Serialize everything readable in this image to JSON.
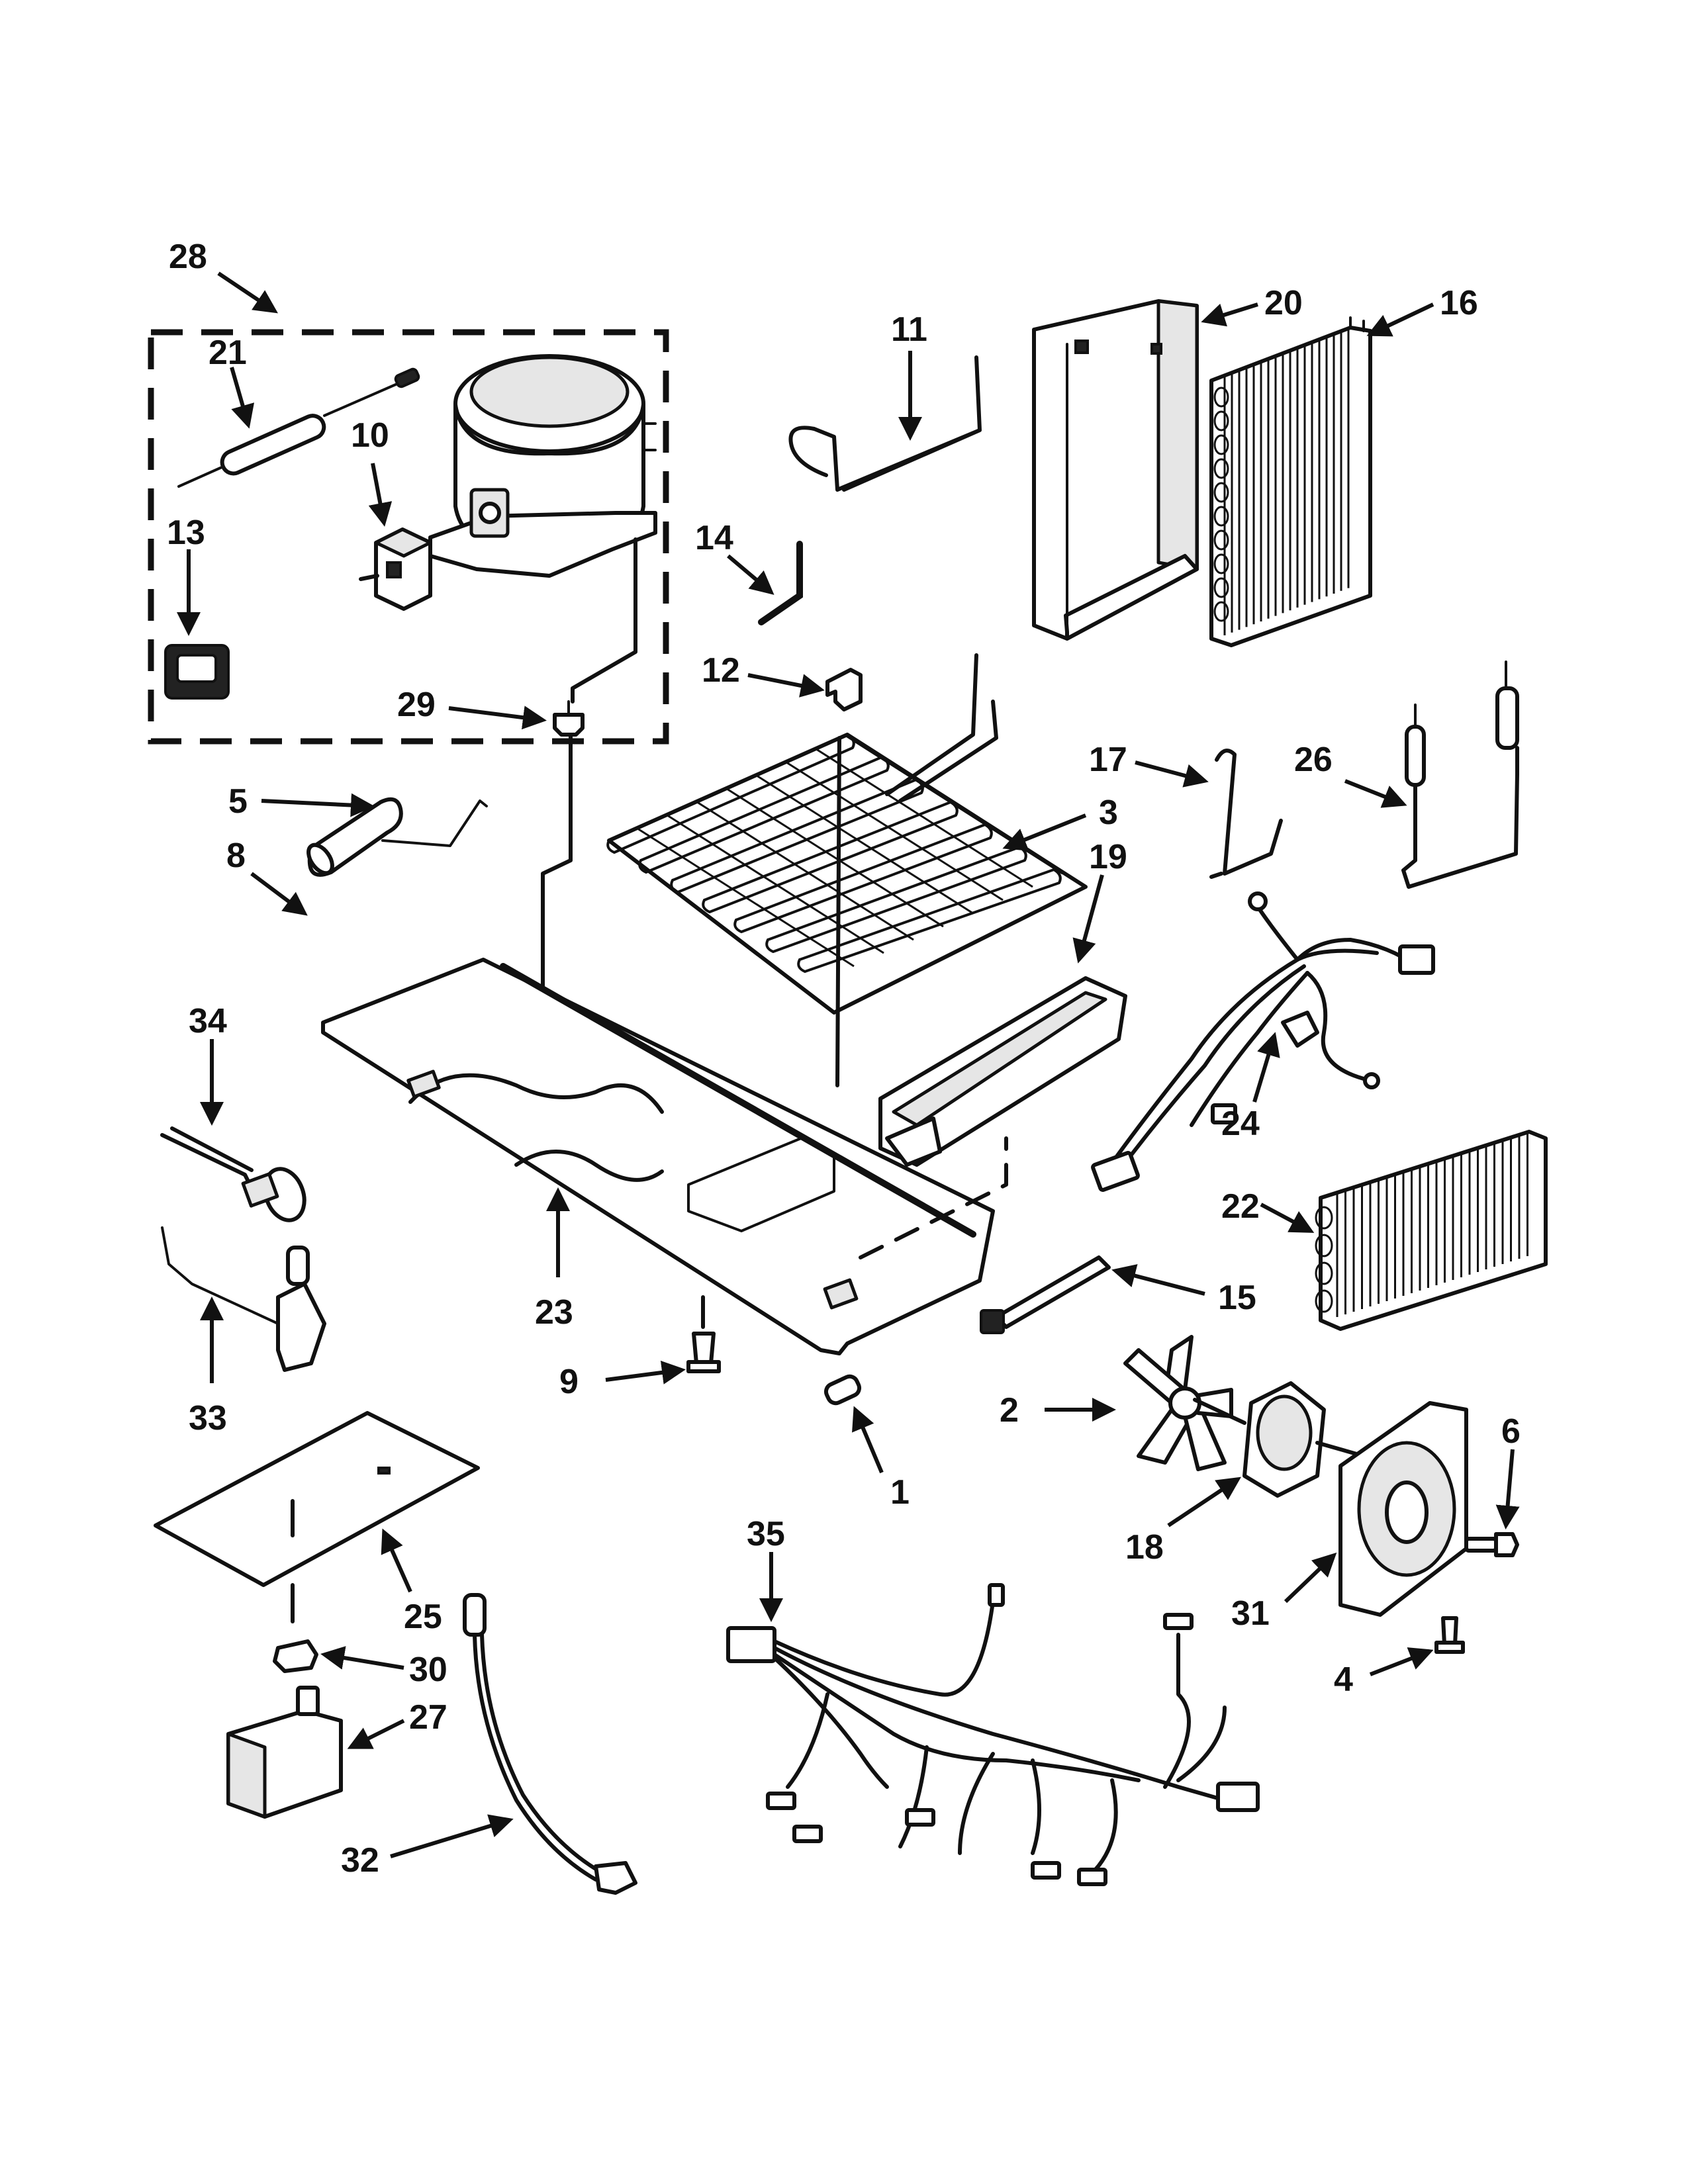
{
  "callouts": [
    {
      "id": "28"
    },
    {
      "id": "21"
    },
    {
      "id": "10"
    },
    {
      "id": "13"
    },
    {
      "id": "29"
    },
    {
      "id": "11"
    },
    {
      "id": "20"
    },
    {
      "id": "16"
    },
    {
      "id": "14"
    },
    {
      "id": "12"
    },
    {
      "id": "17"
    },
    {
      "id": "26"
    },
    {
      "id": "3"
    },
    {
      "id": "19"
    },
    {
      "id": "5"
    },
    {
      "id": "8"
    },
    {
      "id": "34"
    },
    {
      "id": "24"
    },
    {
      "id": "22"
    },
    {
      "id": "23"
    },
    {
      "id": "15"
    },
    {
      "id": "33"
    },
    {
      "id": "9"
    },
    {
      "id": "1"
    },
    {
      "id": "2"
    },
    {
      "id": "6"
    },
    {
      "id": "18"
    },
    {
      "id": "31"
    },
    {
      "id": "25"
    },
    {
      "id": "30"
    },
    {
      "id": "27"
    },
    {
      "id": "4"
    },
    {
      "id": "35"
    },
    {
      "id": "32"
    }
  ]
}
